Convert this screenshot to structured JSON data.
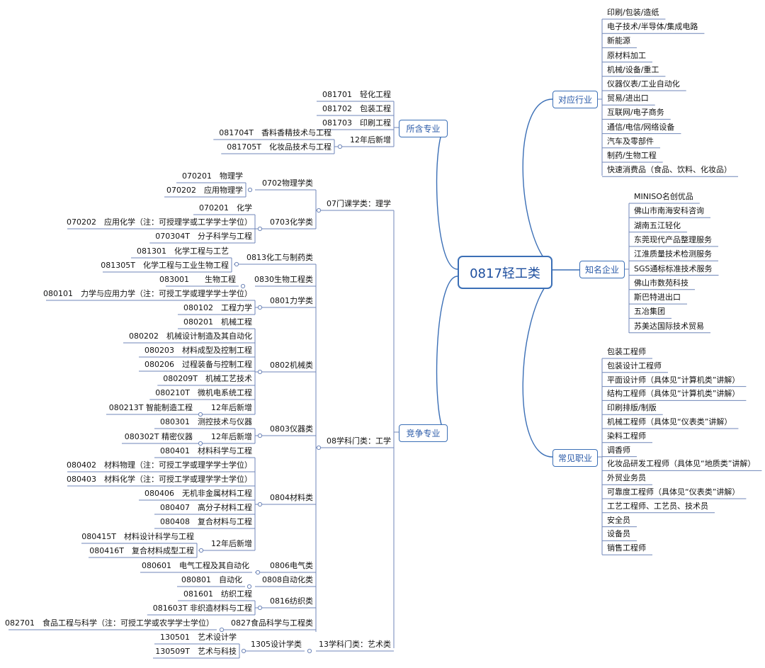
{
  "root": "0817轻工类",
  "branches": {
    "suohan": {
      "label": "所含专业",
      "items": [
        "081701　轻化工程",
        "081702　包装工程",
        "081703　印刷工程"
      ],
      "newgroup": "12年后新增",
      "newitems": [
        "081704T　香料香精技术与工程",
        "081705T　化妆品技术与工程"
      ]
    },
    "jingzheng": {
      "label": "竞争专业",
      "li": {
        "label": "07门课学类：理学",
        "g0702": "0702物理学类",
        "g0702_items": [
          "070201　物理学",
          "070202　应用物理学"
        ],
        "g0703": "0703化学类",
        "g0703_items": [
          "070201　化学",
          "070202　应用化学（注：可授理学或工学学士学位）",
          "070304T　分子科学与工程"
        ]
      },
      "gong": {
        "label": "08学科门类：工学",
        "g0813": "0813化工与制药类",
        "g0813_items": [
          "081301　化学工程与工艺",
          "081305T　化学工程与工业生物工程"
        ],
        "g0830": "0830生物工程类",
        "g0830_item": "083001　　生物工程",
        "g0801": "0801力学类",
        "g0801_items": [
          "080101　力学与应用力学（注：可授工学或理学学士学位）",
          "080102　工程力学"
        ],
        "g0802": "0802机械类",
        "g0802_items": [
          "080201　机械工程",
          "080202　机械设计制造及其自动化",
          "080203　材料成型及控制工程",
          "080206　过程装备与控制工程",
          "080209T　机械工艺技术",
          "080210T　微机电系统工程"
        ],
        "g0802_new": "12年后新增",
        "g0802_new_item": "080213T 智能制造工程",
        "g0803": "0803仪器类",
        "g0803_item": "080301　测控技术与仪器",
        "g0803_new": "12年后新增",
        "g0803_new_item": "080302T 精密仪器",
        "g0804": "0804材料类",
        "g0804_items": [
          "080401　材料科学与工程",
          "080402　材料物理（注：可授工学或理学学士学位）",
          "080403　材料化学（注：可授工学或理学学士学位）",
          "080406　无机非金属材料工程",
          "080407　高分子材料工程",
          "080408　复合材料与工程"
        ],
        "g0804_new": "12年后新增",
        "g0804_new_items": [
          "080415T　材料设计科学与工程",
          "080416T　复合材料成型工程"
        ],
        "g0806": "0806电气类",
        "g0806_item": "080601　电气工程及其自动化",
        "g0808": "0808自动化类",
        "g0808_item": "080801　自动化",
        "g0816": "0816纺织类",
        "g0816_items": [
          "081601　纺织工程",
          "081603T 非织造材料与工程"
        ],
        "g0827": "0827食品科学与工程类",
        "g0827_item": "082701　食品工程与科学（注：可授工学或农学学士学位）"
      },
      "yishu": {
        "label": "13学科门类：艺术类",
        "g1305": "1305设计学类",
        "g1305_items": [
          "130501　艺术设计学",
          "130509T　艺术与科技"
        ]
      }
    },
    "hangye": {
      "label": "对应行业",
      "items": [
        "印刷/包装/造纸",
        "电子技术/半导体/集成电路",
        "新能源",
        "原材料加工",
        "机械/设备/重工",
        "仪器仪表/工业自动化",
        "贸易/进出口",
        "互联网/电子商务",
        "通信/电信/网络设备",
        "汽车及零部件",
        "制药/生物工程",
        "快速消费品（食品、饮料、化妆品）"
      ]
    },
    "qiye": {
      "label": "知名企业",
      "items": [
        "MINISO名创优品",
        "佛山市南海安科咨询",
        "湖南五江轻化",
        "东莞现代产品整理服务",
        "江淮质量技术检测服务",
        "SGS通标标准技术服务",
        "佛山市数苑科技",
        "斯巴特进出口",
        "五冶集团",
        "苏美达国际技术贸易"
      ]
    },
    "zhiye": {
      "label": "常见职业",
      "items": [
        "包装工程师",
        "包装设计工程师",
        "平面设计师（具体见“计算机类”讲解）",
        "结构工程师（具体见“计算机类”讲解）",
        "印刷排版/制版",
        "机械工程师（具体见“仪表类”讲解）",
        "染料工程师",
        "调香师",
        "化妆品研发工程师（具体见“地质类”讲解）",
        "外贸业务员",
        "可靠度工程师（具体见“仪表类”讲解）",
        "工艺工程师、工艺员、技术员",
        "安全员",
        "设备员",
        "销售工程师"
      ]
    }
  }
}
